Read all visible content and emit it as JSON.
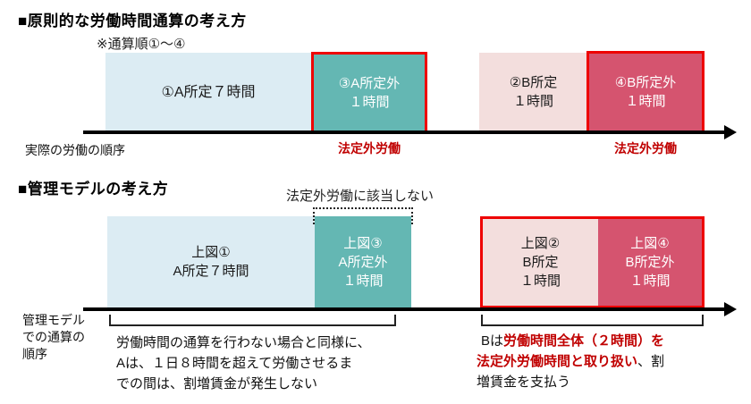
{
  "colors": {
    "light_blue": "#dcecf3",
    "teal": "#64b7b3",
    "pink": "#f3dedd",
    "crimson": "#d5546f",
    "red_border": "#ee0202",
    "red_text": "#c00000",
    "axis_black": "#000000"
  },
  "s1": {
    "title": "■原則的な労働時間通算の考え方",
    "note": "※通算順①〜④",
    "box1": {
      "l1": "①A所定７時間"
    },
    "box2": {
      "l1": "③A所定外",
      "l2": "１時間"
    },
    "box3": {
      "l1": "②B所定",
      "l2": "１時間"
    },
    "box4": {
      "l1": "④B所定外",
      "l2": "１時間"
    },
    "overtime_a": "法定外労働",
    "overtime_b": "法定外労働",
    "axis_label": "実際の労働の順序"
  },
  "s2": {
    "title": "■管理モデルの考え方",
    "callout": "法定外労働に該当しない",
    "box5": {
      "l1": "上図①",
      "l2": "A所定７時間"
    },
    "box6": {
      "l1": "上図③",
      "l2": "A所定外",
      "l3": "１時間"
    },
    "box7": {
      "l1": "上図②",
      "l2": "B所定",
      "l3": "１時間"
    },
    "box8": {
      "l1": "上図④",
      "l2": "B所定外",
      "l3": "１時間"
    },
    "axis_label_l1": "管理モデル",
    "axis_label_l2": "での通算の",
    "axis_label_l3": "順序",
    "note_a_l1": "労働時間の通算を行わない場合と同様に、",
    "note_a_l2": "Aは、１日８時間を超えて労働させるま",
    "note_a_l3": "での間は、割増賃金が発生しない",
    "note_b": {
      "l1_black": "Bは",
      "l1_red": "労働時間全体（２時間）を",
      "l2_red": "法定外労働時間と取り扱い",
      "l2_black": "、割",
      "l3_black": "増賃金を支払う"
    }
  }
}
